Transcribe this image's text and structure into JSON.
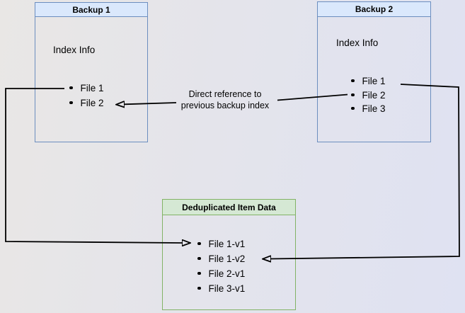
{
  "colors": {
    "bg-left": "#e9e7e5",
    "bg-right": "#dfe2f2",
    "blue-fill": "#dae8fc",
    "blue-border": "#6c8ebf",
    "green-fill": "#d5e8d4",
    "green-border": "#82b366",
    "line": "#000000"
  },
  "boxes": {
    "backup1": {
      "title": "Backup 1",
      "subtitle": "Index Info",
      "files": [
        "File 1",
        "File 2"
      ]
    },
    "backup2": {
      "title": "Backup 2",
      "subtitle": "Index Info",
      "files": [
        "File 1",
        "File 2",
        "File 3"
      ]
    },
    "dedup": {
      "title": "Deduplicated Item Data",
      "files": [
        "File 1-v1",
        "File 1-v2",
        "File 2-v1",
        "File 3-v1"
      ]
    }
  },
  "labels": {
    "edge_note_line1": "Direct reference to",
    "edge_note_line2": "previous backup index"
  }
}
